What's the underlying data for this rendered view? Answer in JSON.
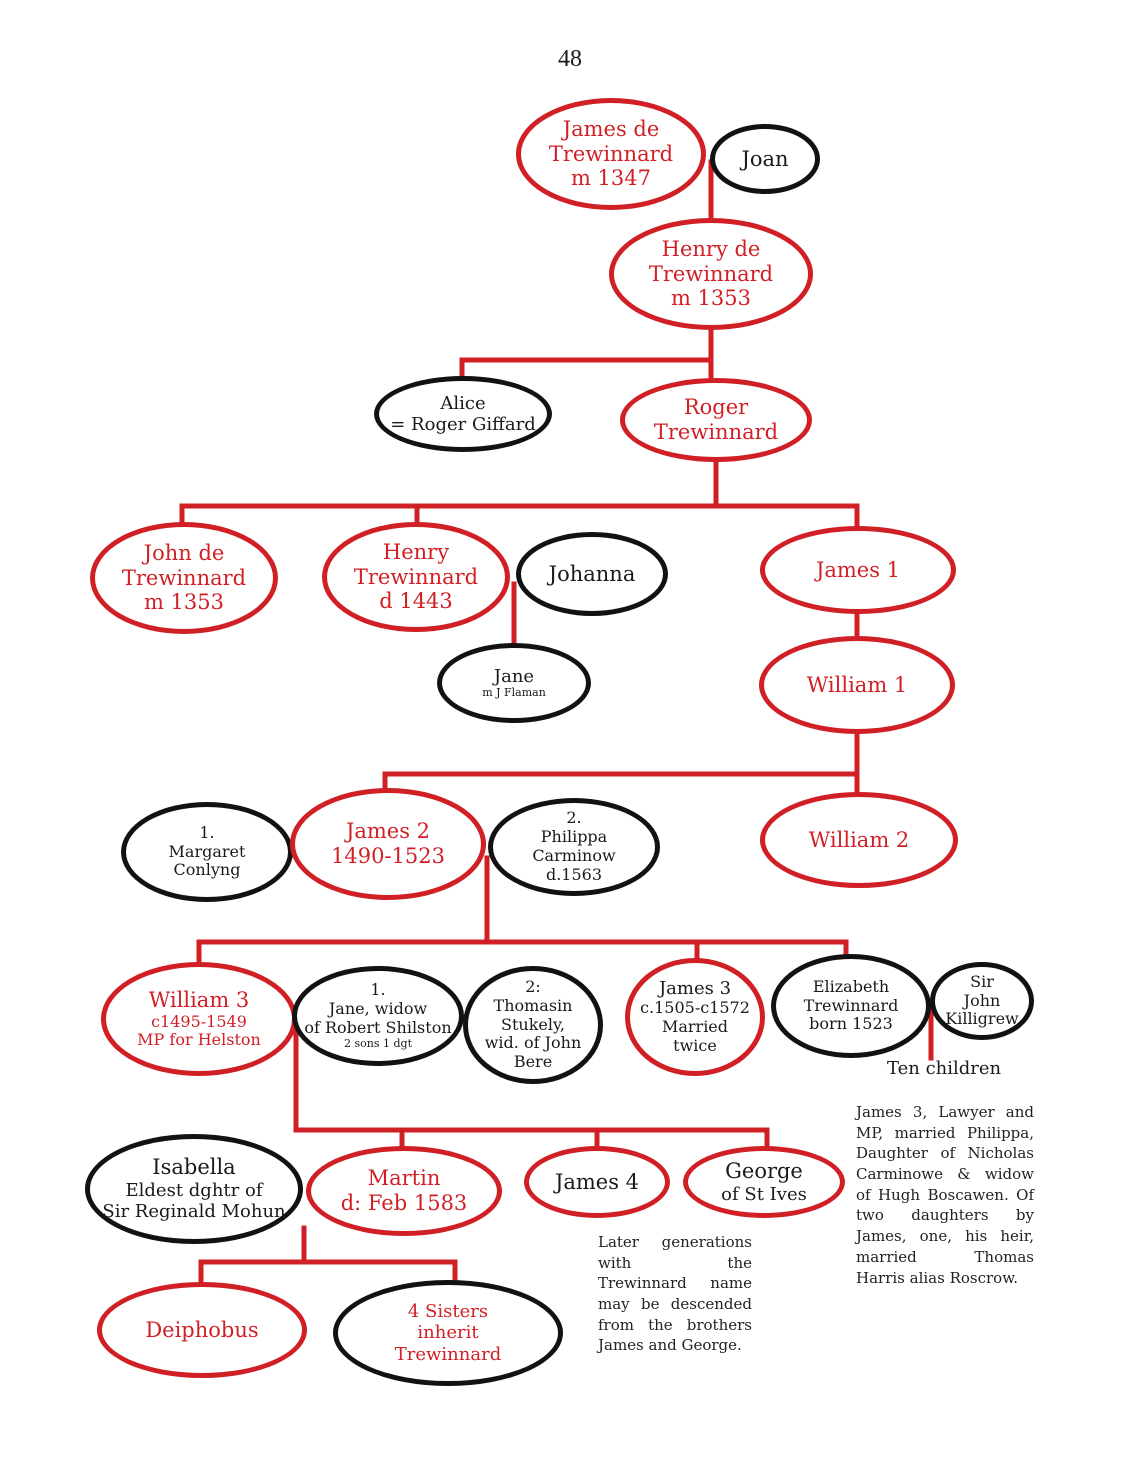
{
  "page_number": "48",
  "colors": {
    "lineage_red": "#d11f26",
    "spouse_black": "#121212"
  },
  "nodes": {
    "james_de": [
      "James de",
      "Trewinnard",
      "m 1347"
    ],
    "joan": [
      "Joan"
    ],
    "henry_de": [
      "Henry de",
      "Trewinnard",
      "m 1353"
    ],
    "alice": [
      "Alice",
      "= Roger Giffard"
    ],
    "roger": [
      "Roger",
      "Trewinnard"
    ],
    "john_de": [
      "John de",
      "Trewinnard",
      "m 1353"
    ],
    "henry_t": [
      "Henry",
      "Trewinnard",
      "d 1443"
    ],
    "johanna": [
      "Johanna"
    ],
    "jane_flaman": [
      "Jane",
      "m J Flaman"
    ],
    "james1": [
      "James 1"
    ],
    "william1": [
      "William 1"
    ],
    "margaret": [
      "1.",
      "Margaret",
      "Conlyng"
    ],
    "james2": [
      "James 2",
      "1490-1523"
    ],
    "philippa": [
      "2.",
      "Philippa",
      "Carminow",
      "d.1563"
    ],
    "william2": [
      "William 2"
    ],
    "william3": [
      "William 3",
      "c1495-1549",
      "MP for Helston"
    ],
    "jane_shilston": [
      "1.",
      "Jane, widow",
      "of Robert Shilston",
      "2 sons 1 dgt"
    ],
    "thomasin": [
      "2:",
      "Thomasin",
      "Stukely,",
      "wid. of John",
      "Bere"
    ],
    "james3": [
      "James 3",
      "c.1505-c1572",
      "Married",
      "twice"
    ],
    "elizabeth": [
      "Elizabeth",
      "Trewinnard",
      "born 1523"
    ],
    "killigrew": [
      "Sir",
      "John",
      "Killigrew"
    ],
    "isabella": [
      "Isabella",
      "Eldest dghtr of",
      "Sir Reginald Mohun"
    ],
    "martin": [
      "Martin",
      "d: Feb 1583"
    ],
    "james4": [
      "James 4"
    ],
    "george": [
      "George",
      "of St Ives"
    ],
    "deiphobus": [
      "Deiphobus"
    ],
    "sisters": [
      "4 Sisters",
      "inherit",
      "Trewinnard"
    ]
  },
  "labels": {
    "ten_children": "Ten children"
  },
  "notes": {
    "james3_note": "James 3, Lawyer and MP, married Philippa, Daughter of Nicholas Carminowe & widow of Hugh Boscawen. Of two daughters by James, one, his heir, married Thomas Harris alias Roscrow.",
    "later_generations": "Later generations with the Trewinnard name may be descended from the brothers James and George."
  }
}
